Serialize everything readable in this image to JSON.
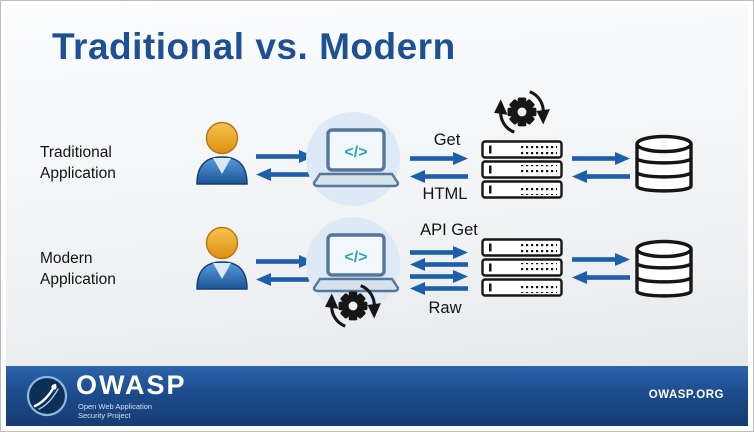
{
  "slide": {
    "title": "Traditional vs. Modern",
    "code_glyph": "</>",
    "rows": [
      {
        "id": "traditional",
        "label": [
          "Traditional",
          "Application"
        ],
        "request_label": "Get",
        "response_label": "HTML"
      },
      {
        "id": "modern",
        "label": [
          "Modern",
          "Application"
        ],
        "request_label": "API Get",
        "response_label": "Raw"
      }
    ],
    "icons": {
      "user": "user-icon",
      "laptop": "laptop-icon",
      "gear": "gear-refresh-icon",
      "server": "server-stack-icon",
      "database": "database-icon"
    }
  },
  "footer": {
    "brand": "OWASP",
    "subtitle": [
      "Open Web Application",
      "Security Project"
    ],
    "site": "OWASP.ORG"
  },
  "colors": {
    "title_blue": "#1d5193",
    "arrow_blue": "#1e5fa9",
    "person_head": "#eea832",
    "person_body": "#2f6cb3",
    "laptop_code_teal": "#2fa3b5",
    "footer_top": "#2d64ab",
    "footer_bottom": "#153c72"
  }
}
